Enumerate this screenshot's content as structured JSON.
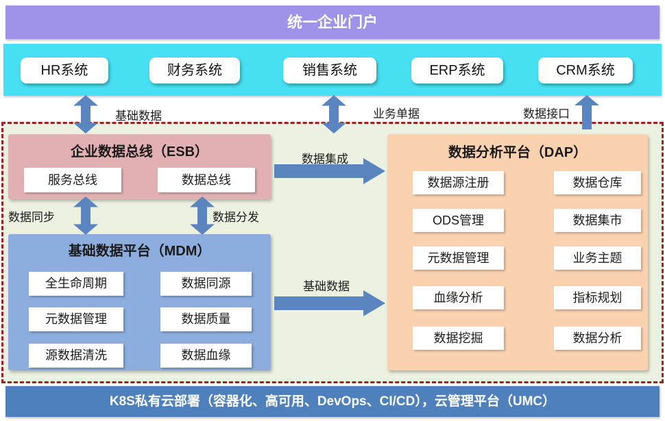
{
  "top_banner": {
    "title": "统一企业门户"
  },
  "systems": [
    "HR系统",
    "财务系统",
    "销售系统",
    "ERP系统",
    "CRM系统"
  ],
  "flows": {
    "hr_esb": "基础数据",
    "sales_esb": "业务单据",
    "dap_crm": "数据接口",
    "esb_dap": "数据集成",
    "esb_mdm_sync": "数据同步",
    "esb_mdm_dispatch": "数据分发",
    "mdm_dap": "基础数据"
  },
  "esb": {
    "title": "企业数据总线（ESB）",
    "items": [
      "服务总线",
      "数据总线"
    ]
  },
  "mdm": {
    "title": "基础数据平台（MDM）",
    "items": [
      "全生命周期",
      "数据同源",
      "元数据管理",
      "数据质量",
      "源数据清洗",
      "数据血缘"
    ]
  },
  "dap": {
    "title": "数据分析平台（DAP）",
    "items": [
      "数据源注册",
      "数据仓库",
      "ODS管理",
      "数据集市",
      "元数据管理",
      "业务主题",
      "血缘分析",
      "指标规划",
      "数据挖掘",
      "数据分析"
    ]
  },
  "bottom_banner": {
    "title": "K8S私有云部署（容器化、高可用、DevOps、CI/CD），云管理平台（UMC）"
  },
  "colors": {
    "portal_banner": "#9e93e9",
    "systems_band": "#47dff2",
    "esb_panel": "#e2b0b3",
    "mdm_panel": "#8cadde",
    "dap_panel": "#fbd2b0",
    "region_background": "#ecf1e1",
    "dashed_border": "#9b231c",
    "arrow": "#5b85bf",
    "bottom_banner": "#4e80bc"
  }
}
